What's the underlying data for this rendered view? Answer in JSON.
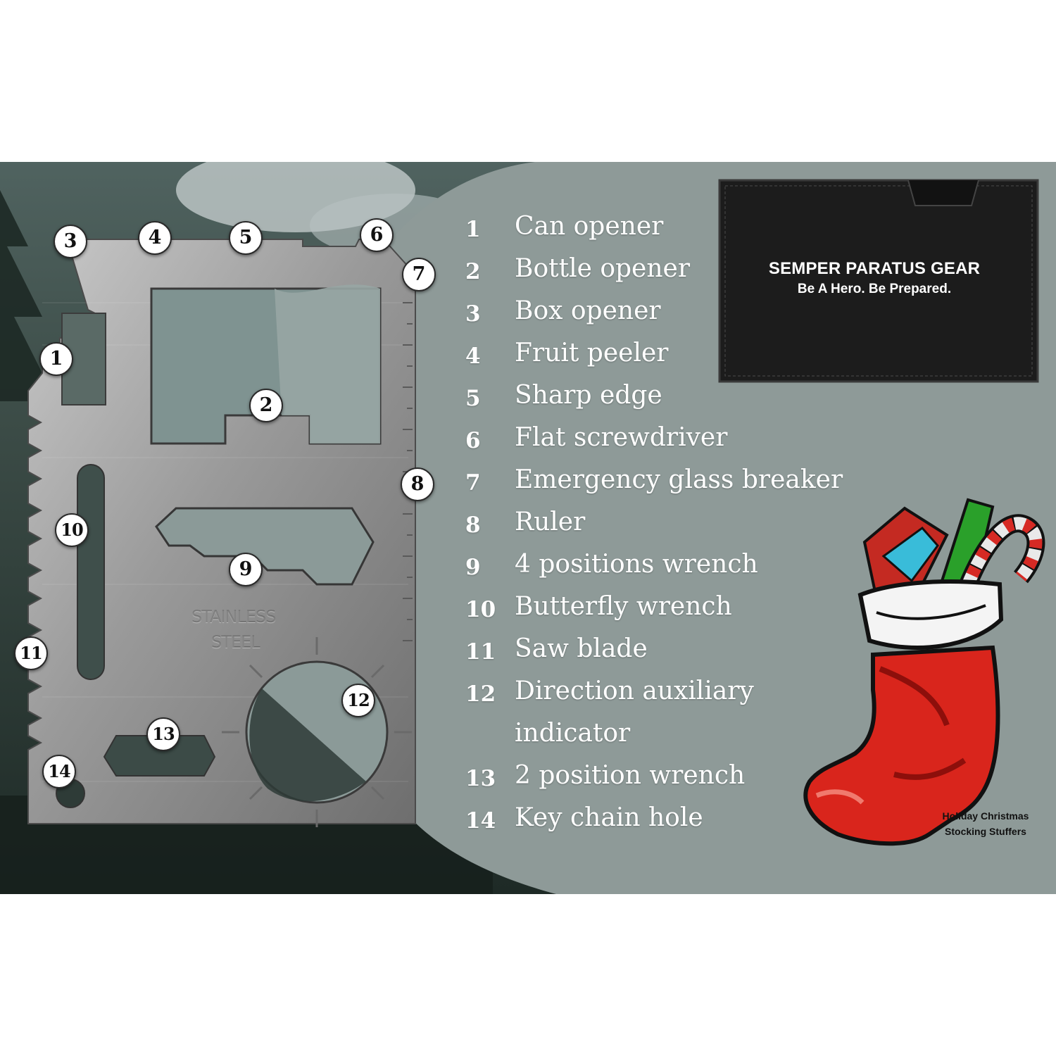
{
  "features": [
    {
      "num": "1",
      "label": "Can opener"
    },
    {
      "num": "2",
      "label": "Bottle opener"
    },
    {
      "num": "3",
      "label": "Box opener"
    },
    {
      "num": "4",
      "label": "Fruit peeler"
    },
    {
      "num": "5",
      "label": "Sharp edge"
    },
    {
      "num": "6",
      "label": "Flat screwdriver"
    },
    {
      "num": "7",
      "label": "Emergency glass breaker"
    },
    {
      "num": "8",
      "label": "Ruler"
    },
    {
      "num": "9",
      "label": "4 positions wrench"
    },
    {
      "num": "10",
      "label": "Butterfly wrench"
    },
    {
      "num": "11",
      "label": "Saw blade"
    },
    {
      "num": "12",
      "label": "Direction auxiliary indicator"
    },
    {
      "num": "13",
      "label": "2 position wrench"
    },
    {
      "num": "14",
      "label": "Key chain hole"
    }
  ],
  "card_engraving": {
    "line1": "STAINLESS",
    "line2": "STEEL"
  },
  "brand": {
    "name": "SEMPER PARATUS GEAR",
    "tagline": "Be A Hero. Be Prepared."
  },
  "stocking_caption": {
    "line1": "Holiday Christmas",
    "line2": "Stocking Stuffers"
  },
  "colors": {
    "panel": "#8e9a98",
    "forest": "#2c3b36",
    "steel": "#9a9a9a",
    "stocking": "#d9251c",
    "pouch": "#1c1c1c"
  }
}
